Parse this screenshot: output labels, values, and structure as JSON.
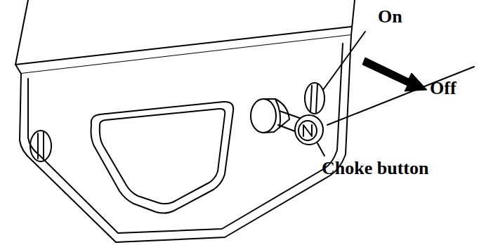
{
  "diagram": {
    "labels": [
      "On",
      "Off",
      "Choke button"
    ]
  }
}
